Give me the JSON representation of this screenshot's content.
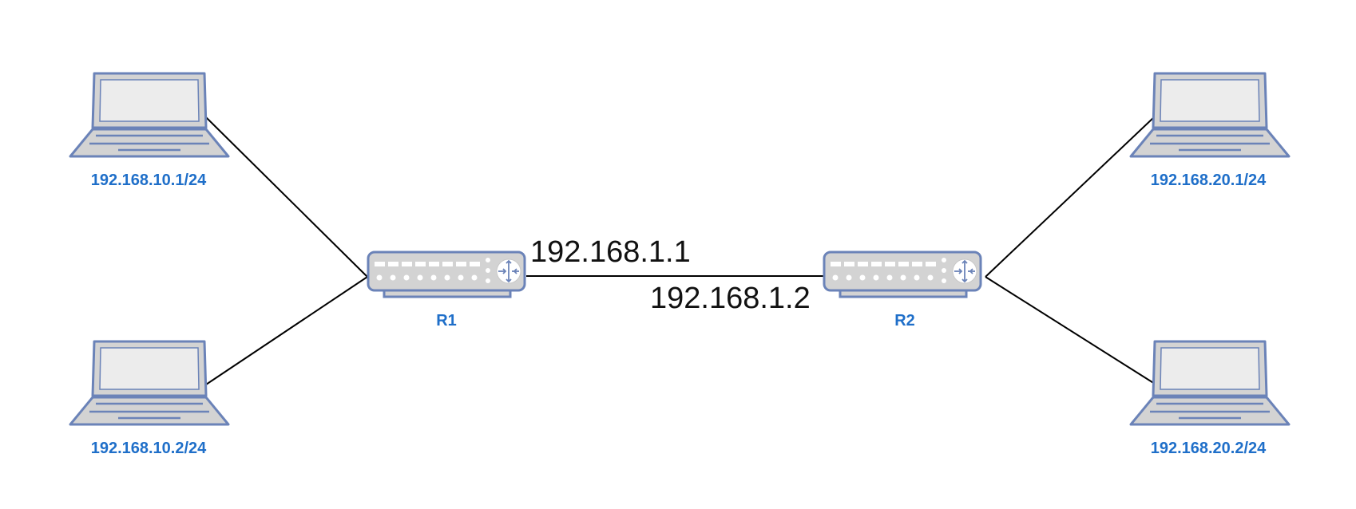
{
  "colors": {
    "label": "#1f6fc9",
    "device_outline": "#6b83b8",
    "device_fill": "#d3d3d3",
    "screen_fill": "#e9e9e9",
    "link_line": "#000000"
  },
  "hosts": [
    {
      "id": "host-r1-top",
      "ip": "192.168.10.1/24",
      "icon": "laptop-icon"
    },
    {
      "id": "host-r1-bottom",
      "ip": "192.168.10.2/24",
      "icon": "laptop-icon"
    },
    {
      "id": "host-r2-top",
      "ip": "192.168.20.1/24",
      "icon": "laptop-icon"
    },
    {
      "id": "host-r2-bottom",
      "ip": "192.168.20.2/24",
      "icon": "laptop-icon"
    }
  ],
  "routers": [
    {
      "id": "router-r1",
      "name": "R1",
      "icon": "router-icon"
    },
    {
      "id": "router-r2",
      "name": "R2",
      "icon": "router-icon"
    }
  ],
  "link": {
    "r1_ip": "192.168.1.1",
    "r2_ip": "192.168.1.2"
  }
}
